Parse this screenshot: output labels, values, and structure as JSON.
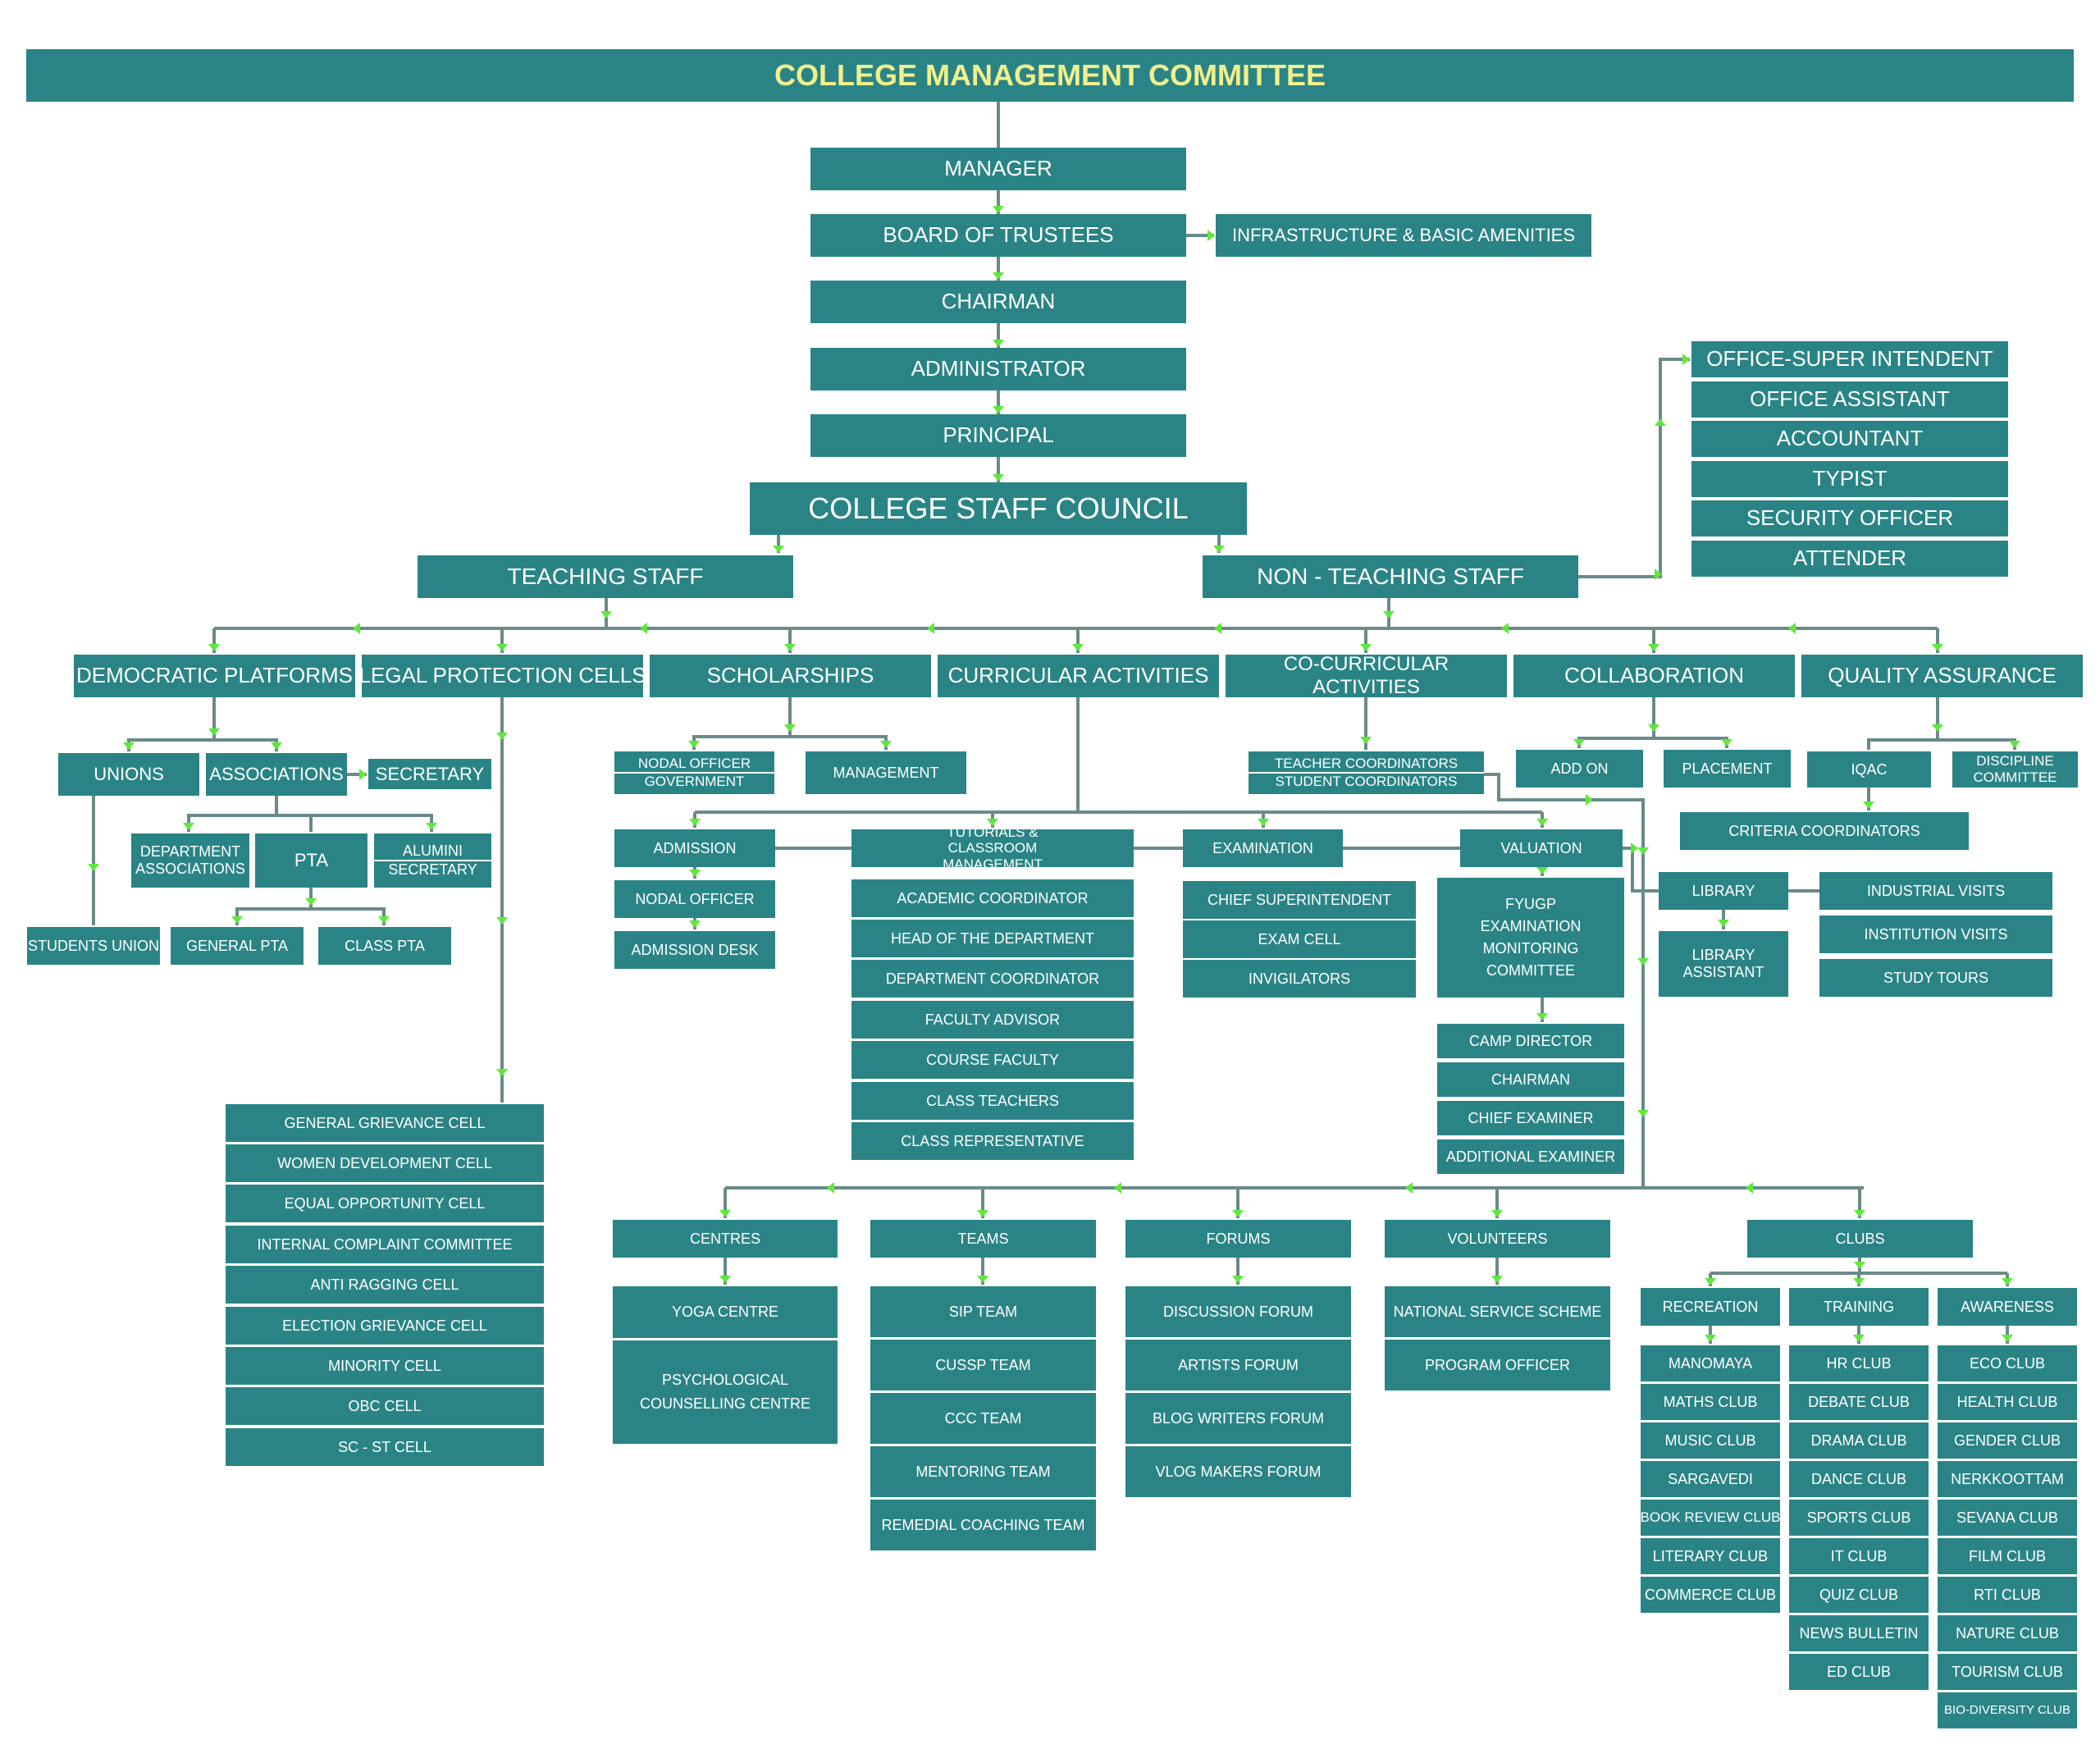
{
  "colors": {
    "box": "#2a8486",
    "text": "#ffffff",
    "title_text": "#f2f08c",
    "line": "#6b8a8a",
    "arrow": "#5ee83c"
  },
  "title": "COLLEGE MANAGEMENT COMMITTEE",
  "chain": {
    "manager": "MANAGER",
    "board": "BOARD OF TRUSTEES",
    "infrastructure": "INFRASTRUCTURE & BASIC AMENITIES",
    "chairman": "CHAIRMAN",
    "administrator": "ADMINISTRATOR",
    "principal": "PRINCIPAL",
    "staff_council": "COLLEGE STAFF COUNCIL"
  },
  "teaching_staff": "TEACHING STAFF",
  "non_teaching_staff": "NON - TEACHING STAFF",
  "office_staff": [
    "OFFICE-SUPER INTENDENT",
    "OFFICE ASSISTANT",
    "ACCOUNTANT",
    "TYPIST",
    "SECURITY OFFICER",
    "ATTENDER"
  ],
  "categories": {
    "democratic": "DEMOCRATIC PLATFORMS",
    "legal": "LEGAL PROTECTION CELLS",
    "scholarships": "SCHOLARSHIPS",
    "curricular": "CURRICULAR ACTIVITIES",
    "cocurricular": "CO-CURRICULAR ACTIVITIES",
    "collaboration": "COLLABORATION",
    "quality": "QUALITY ASSURANCE"
  },
  "democratic": {
    "unions": "UNIONS",
    "associations": "ASSOCIATIONS",
    "secretary": "SECRETARY",
    "department_associations": "DEPARTMENT ASSOCIATIONS",
    "pta": "PTA",
    "alumini": "ALUMINI",
    "alumini_secretary": "SECRETARY",
    "students_union": "STUDENTS UNION",
    "general_pta": "GENERAL PTA",
    "class_pta": "CLASS PTA"
  },
  "legal_cells": [
    "GENERAL GRIEVANCE CELL",
    "WOMEN DEVELOPMENT CELL",
    "EQUAL OPPORTUNITY CELL",
    "INTERNAL COMPLAINT COMMITTEE",
    "ANTI RAGGING CELL",
    "ELECTION GRIEVANCE CELL",
    "MINORITY CELL",
    "OBC CELL",
    "SC - ST CELL"
  ],
  "scholarships": {
    "nodal_officer": "NODAL OFFICER",
    "government": "GOVERNMENT",
    "management": "MANAGEMENT"
  },
  "cocurricular": {
    "teacher_coordinators": "TEACHER COORDINATORS",
    "student_coordinators": "STUDENT COORDINATORS"
  },
  "collaboration": {
    "add_on": "ADD ON",
    "placement": "PLACEMENT"
  },
  "quality": {
    "iqac": "IQAC",
    "discipline": "DISCIPLINE COMMITTEE",
    "criteria": "CRITERIA COORDINATORS"
  },
  "admission": {
    "head": "ADMISSION",
    "nodal": "NODAL OFFICER",
    "desk": "ADMISSION DESK"
  },
  "tutorials": {
    "head": "TUTORIALS & CLASSROOM MANAGEMENT",
    "items": [
      "ACADEMIC COORDINATOR",
      "HEAD OF THE DEPARTMENT",
      "DEPARTMENT COORDINATOR",
      "FACULTY ADVISOR",
      "COURSE FACULTY",
      "CLASS TEACHERS",
      "CLASS REPRESENTATIVE"
    ]
  },
  "examination": {
    "head": "EXAMINATION",
    "items": [
      "CHIEF SUPERINTENDENT",
      "EXAM CELL",
      "INVIGILATORS"
    ]
  },
  "valuation": {
    "head": "VALUATION",
    "committee": "FYUGP EXAMINATION MONITORING COMMITTEE",
    "items": [
      "CAMP DIRECTOR",
      "CHAIRMAN",
      "CHIEF EXAMINER",
      "ADDITIONAL EXAMINER"
    ]
  },
  "library": {
    "head": "LIBRARY",
    "assistant": "LIBRARY ASSISTANT"
  },
  "visits": [
    "INDUSTRIAL VISITS",
    "INSTITUTION VISITS",
    "STUDY TOURS"
  ],
  "centres": {
    "head": "CENTRES",
    "items": [
      "YOGA CENTRE",
      "PSYCHOLOGICAL COUNSELLING CENTRE"
    ]
  },
  "teams": {
    "head": "TEAMS",
    "items": [
      "SIP TEAM",
      "CUSSP TEAM",
      "CCC TEAM",
      "MENTORING TEAM",
      "REMEDIAL COACHING TEAM"
    ]
  },
  "forums": {
    "head": "FORUMS",
    "items": [
      "DISCUSSION FORUM",
      "ARTISTS FORUM",
      "BLOG WRITERS FORUM",
      "VLOG MAKERS FORUM"
    ]
  },
  "volunteers": {
    "head": "VOLUNTEERS",
    "items": [
      "NATIONAL SERVICE SCHEME",
      "PROGRAM OFFICER"
    ]
  },
  "clubs": {
    "head": "CLUBS",
    "recreation": {
      "head": "RECREATION",
      "items": [
        "MANOMAYA",
        "MATHS CLUB",
        "MUSIC CLUB",
        "SARGAVEDI",
        "BOOK REVIEW CLUB",
        "LITERARY CLUB",
        "COMMERCE CLUB"
      ]
    },
    "training": {
      "head": "TRAINING",
      "items": [
        "HR CLUB",
        "DEBATE CLUB",
        "DRAMA CLUB",
        "DANCE CLUB",
        "SPORTS CLUB",
        "IT CLUB",
        "QUIZ CLUB",
        "NEWS BULLETIN",
        "ED CLUB"
      ]
    },
    "awareness": {
      "head": "AWARENESS",
      "items": [
        "ECO CLUB",
        "HEALTH CLUB",
        "GENDER CLUB",
        "NERKKOOTTAM",
        "SEVANA CLUB",
        "FILM CLUB",
        "RTI CLUB",
        "NATURE CLUB",
        "TOURISM CLUB",
        "BIO-DIVERSITY CLUB"
      ]
    }
  }
}
